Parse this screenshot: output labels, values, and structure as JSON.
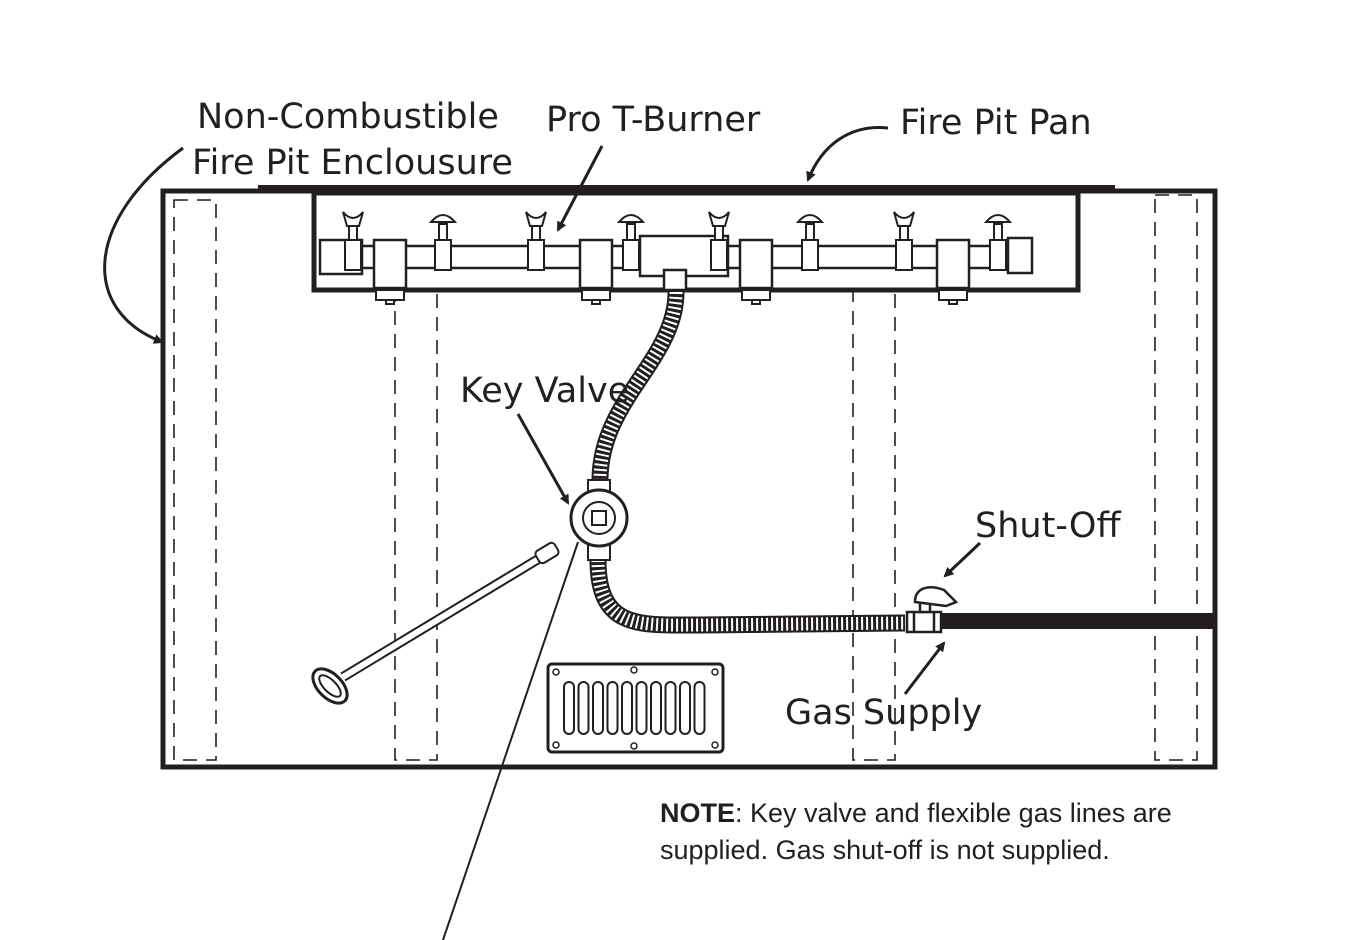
{
  "labels": {
    "enclosure_line1": "Non-Combustible",
    "enclosure_line2": "Fire Pit Enclousure",
    "burner": "Pro T-Burner",
    "pan": "Fire Pit Pan",
    "key_valve": "Key Valve",
    "shutoff": "Shut-Off",
    "gas_supply": "Gas Supply"
  },
  "note": {
    "prefix": "NOTE",
    "line1_rest": ":  Key valve and flexible gas lines are",
    "line2": "supplied.  Gas shut-off is not supplied."
  },
  "colors": {
    "ink": "#231f20",
    "background": "#ffffff"
  },
  "components": {
    "burner_ports": 8,
    "vent_slots": 10
  }
}
